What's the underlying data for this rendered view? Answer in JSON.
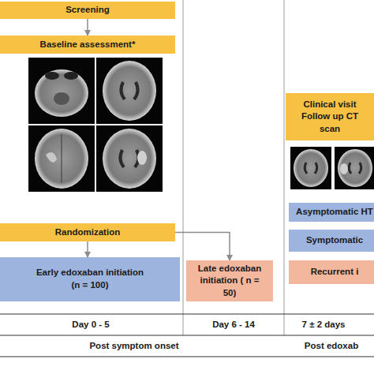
{
  "diagram": {
    "nodes": [
      {
        "text": [
          "Screening"
        ]
      },
      {
        "text": [
          "Baseline assessment*"
        ]
      },
      {
        "text": [
          "Randomization"
        ]
      },
      {
        "text": [
          "Early edoxaban initiation (n = 100)"
        ]
      },
      {
        "text": [
          "Late edoxaban initiation ( n = 50)"
        ]
      },
      {
        "text": [
          "Clinical visit Follow up CT scan"
        ]
      },
      {
        "text": [
          "Asymptomatic HT"
        ]
      },
      {
        "text": [
          "Symptomatic"
        ]
      },
      {
        "text": [
          "Recurrent i"
        ]
      }
    ],
    "edges": [
      {
        "from": 0,
        "to": 1,
        "arrow": "to"
      },
      {
        "from": 2,
        "to": 3,
        "arrow": "to"
      },
      {
        "from": 2,
        "to": 4,
        "arrow": "to"
      }
    ],
    "labels": [
      "Day 0 - 5",
      "Day 6 - 14",
      "7 ± 2 days",
      "Post symptom onset",
      "Post edoxab"
    ]
  }
}
